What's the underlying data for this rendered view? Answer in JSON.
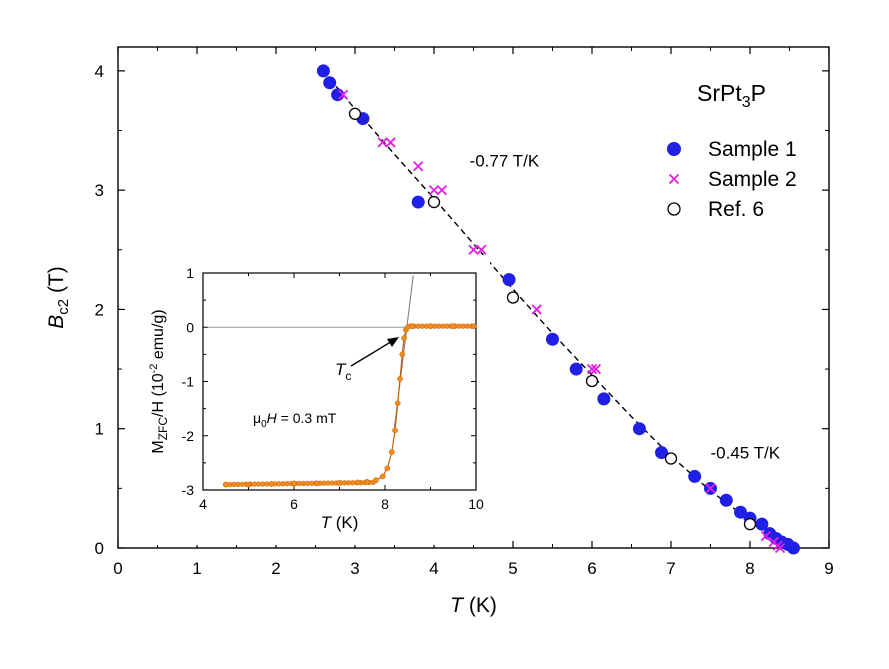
{
  "chart_data": [
    {
      "type": "scatter",
      "title": "SrPt3P",
      "title_main": "SrPt",
      "title_sub": "3",
      "title_end": "P",
      "xlabel_italic": "T",
      "xlabel_rest": " (K)",
      "ylabel_italic": "B",
      "ylabel_sub": "c2",
      "ylabel_rest": " (T)",
      "xlim": [
        0,
        9
      ],
      "ylim": [
        0,
        4.2
      ],
      "xticks": [
        "0",
        "1",
        "2",
        "3",
        "4",
        "5",
        "6",
        "7",
        "8",
        "9"
      ],
      "yticks": [
        "0",
        "1",
        "2",
        "3",
        "4"
      ],
      "legend_position": "right, below title",
      "series": [
        {
          "name": "Sample 1",
          "marker": "filled-circle",
          "color": "#1f1fe6",
          "points": [
            [
              2.6,
              4.0
            ],
            [
              2.68,
              3.9
            ],
            [
              2.78,
              3.8
            ],
            [
              3.1,
              3.6
            ],
            [
              3.8,
              2.9
            ],
            [
              4.95,
              2.25
            ],
            [
              5.5,
              1.75
            ],
            [
              5.8,
              1.5
            ],
            [
              6.15,
              1.25
            ],
            [
              6.6,
              1.0
            ],
            [
              6.88,
              0.8
            ],
            [
              7.3,
              0.6
            ],
            [
              7.5,
              0.5
            ],
            [
              7.7,
              0.4
            ],
            [
              7.88,
              0.3
            ],
            [
              8.0,
              0.25
            ],
            [
              8.15,
              0.2
            ],
            [
              8.25,
              0.12
            ],
            [
              8.33,
              0.08
            ],
            [
              8.4,
              0.05
            ],
            [
              8.48,
              0.03
            ],
            [
              8.55,
              0.0
            ]
          ]
        },
        {
          "name": "Sample 2",
          "marker": "x",
          "color": "#e61ee6",
          "points": [
            [
              2.85,
              3.8
            ],
            [
              3.35,
              3.4
            ],
            [
              3.45,
              3.4
            ],
            [
              3.8,
              3.2
            ],
            [
              4.0,
              3.0
            ],
            [
              4.1,
              3.0
            ],
            [
              4.5,
              2.5
            ],
            [
              4.6,
              2.5
            ],
            [
              5.3,
              2.0
            ],
            [
              6.0,
              1.5
            ],
            [
              6.05,
              1.5
            ],
            [
              7.5,
              0.5
            ],
            [
              8.2,
              0.1
            ],
            [
              8.3,
              0.05
            ],
            [
              8.35,
              0.02
            ],
            [
              8.38,
              0.0
            ]
          ]
        },
        {
          "name": "Ref. 6",
          "marker": "open-circle",
          "color": "#000000",
          "points": [
            [
              3.0,
              3.64
            ],
            [
              4.0,
              2.9
            ],
            [
              5.0,
              2.1
            ],
            [
              6.0,
              1.4
            ],
            [
              7.0,
              0.75
            ],
            [
              8.0,
              0.2
            ]
          ]
        }
      ],
      "fit_line": {
        "style": "dashed",
        "color": "#000000",
        "points": [
          [
            2.6,
            4.0
          ],
          [
            3.0,
            3.68
          ],
          [
            3.5,
            3.3
          ],
          [
            4.0,
            2.93
          ],
          [
            4.5,
            2.55
          ],
          [
            5.0,
            2.17
          ],
          [
            5.5,
            1.8
          ],
          [
            6.0,
            1.45
          ],
          [
            6.5,
            1.1
          ],
          [
            7.0,
            0.77
          ],
          [
            7.5,
            0.48
          ],
          [
            8.0,
            0.23
          ],
          [
            8.3,
            0.1
          ],
          [
            8.55,
            0.0
          ]
        ]
      },
      "annotations": [
        {
          "text": "-0.77 T/K",
          "at": [
            4.45,
            3.25
          ]
        },
        {
          "text": "-0.45 T/K",
          "at": [
            7.5,
            0.8
          ]
        }
      ]
    },
    {
      "type": "line",
      "role": "inset",
      "xlabel_italic": "T",
      "xlabel_rest": " (K)",
      "ylabel_main": "M",
      "ylabel_sub1": "ZFC",
      "ylabel_mid": "/H (10",
      "ylabel_sup": "-2",
      "ylabel_end": " emu/g)",
      "xlim": [
        4,
        10
      ],
      "ylim": [
        -3,
        1
      ],
      "xticks": [
        "4",
        "6",
        "8",
        "10"
      ],
      "yticks": [
        "-3",
        "-2",
        "-1",
        "0",
        "1"
      ],
      "condition_label": {
        "mu": "μ",
        "sub": "0",
        "italic": "H",
        "rest": " = 0.3 mT"
      },
      "tc_label": {
        "italic": "T",
        "sub": "c"
      },
      "series": [
        {
          "marker": "filled-circle-with-line",
          "color": "#f28c1e",
          "points": [
            [
              4.5,
              -2.9
            ],
            [
              5.0,
              -2.9
            ],
            [
              5.5,
              -2.89
            ],
            [
              6.0,
              -2.88
            ],
            [
              6.5,
              -2.88
            ],
            [
              7.0,
              -2.87
            ],
            [
              7.4,
              -2.86
            ],
            [
              7.6,
              -2.85
            ],
            [
              7.8,
              -2.82
            ],
            [
              7.95,
              -2.75
            ],
            [
              8.05,
              -2.6
            ],
            [
              8.15,
              -2.3
            ],
            [
              8.22,
              -1.9
            ],
            [
              8.28,
              -1.4
            ],
            [
              8.33,
              -0.95
            ],
            [
              8.38,
              -0.5
            ],
            [
              8.42,
              -0.2
            ],
            [
              8.46,
              -0.05
            ],
            [
              8.5,
              0.0
            ],
            [
              8.6,
              0.02
            ],
            [
              9.0,
              0.02
            ],
            [
              9.5,
              0.02
            ],
            [
              9.95,
              0.02
            ]
          ]
        }
      ]
    }
  ]
}
